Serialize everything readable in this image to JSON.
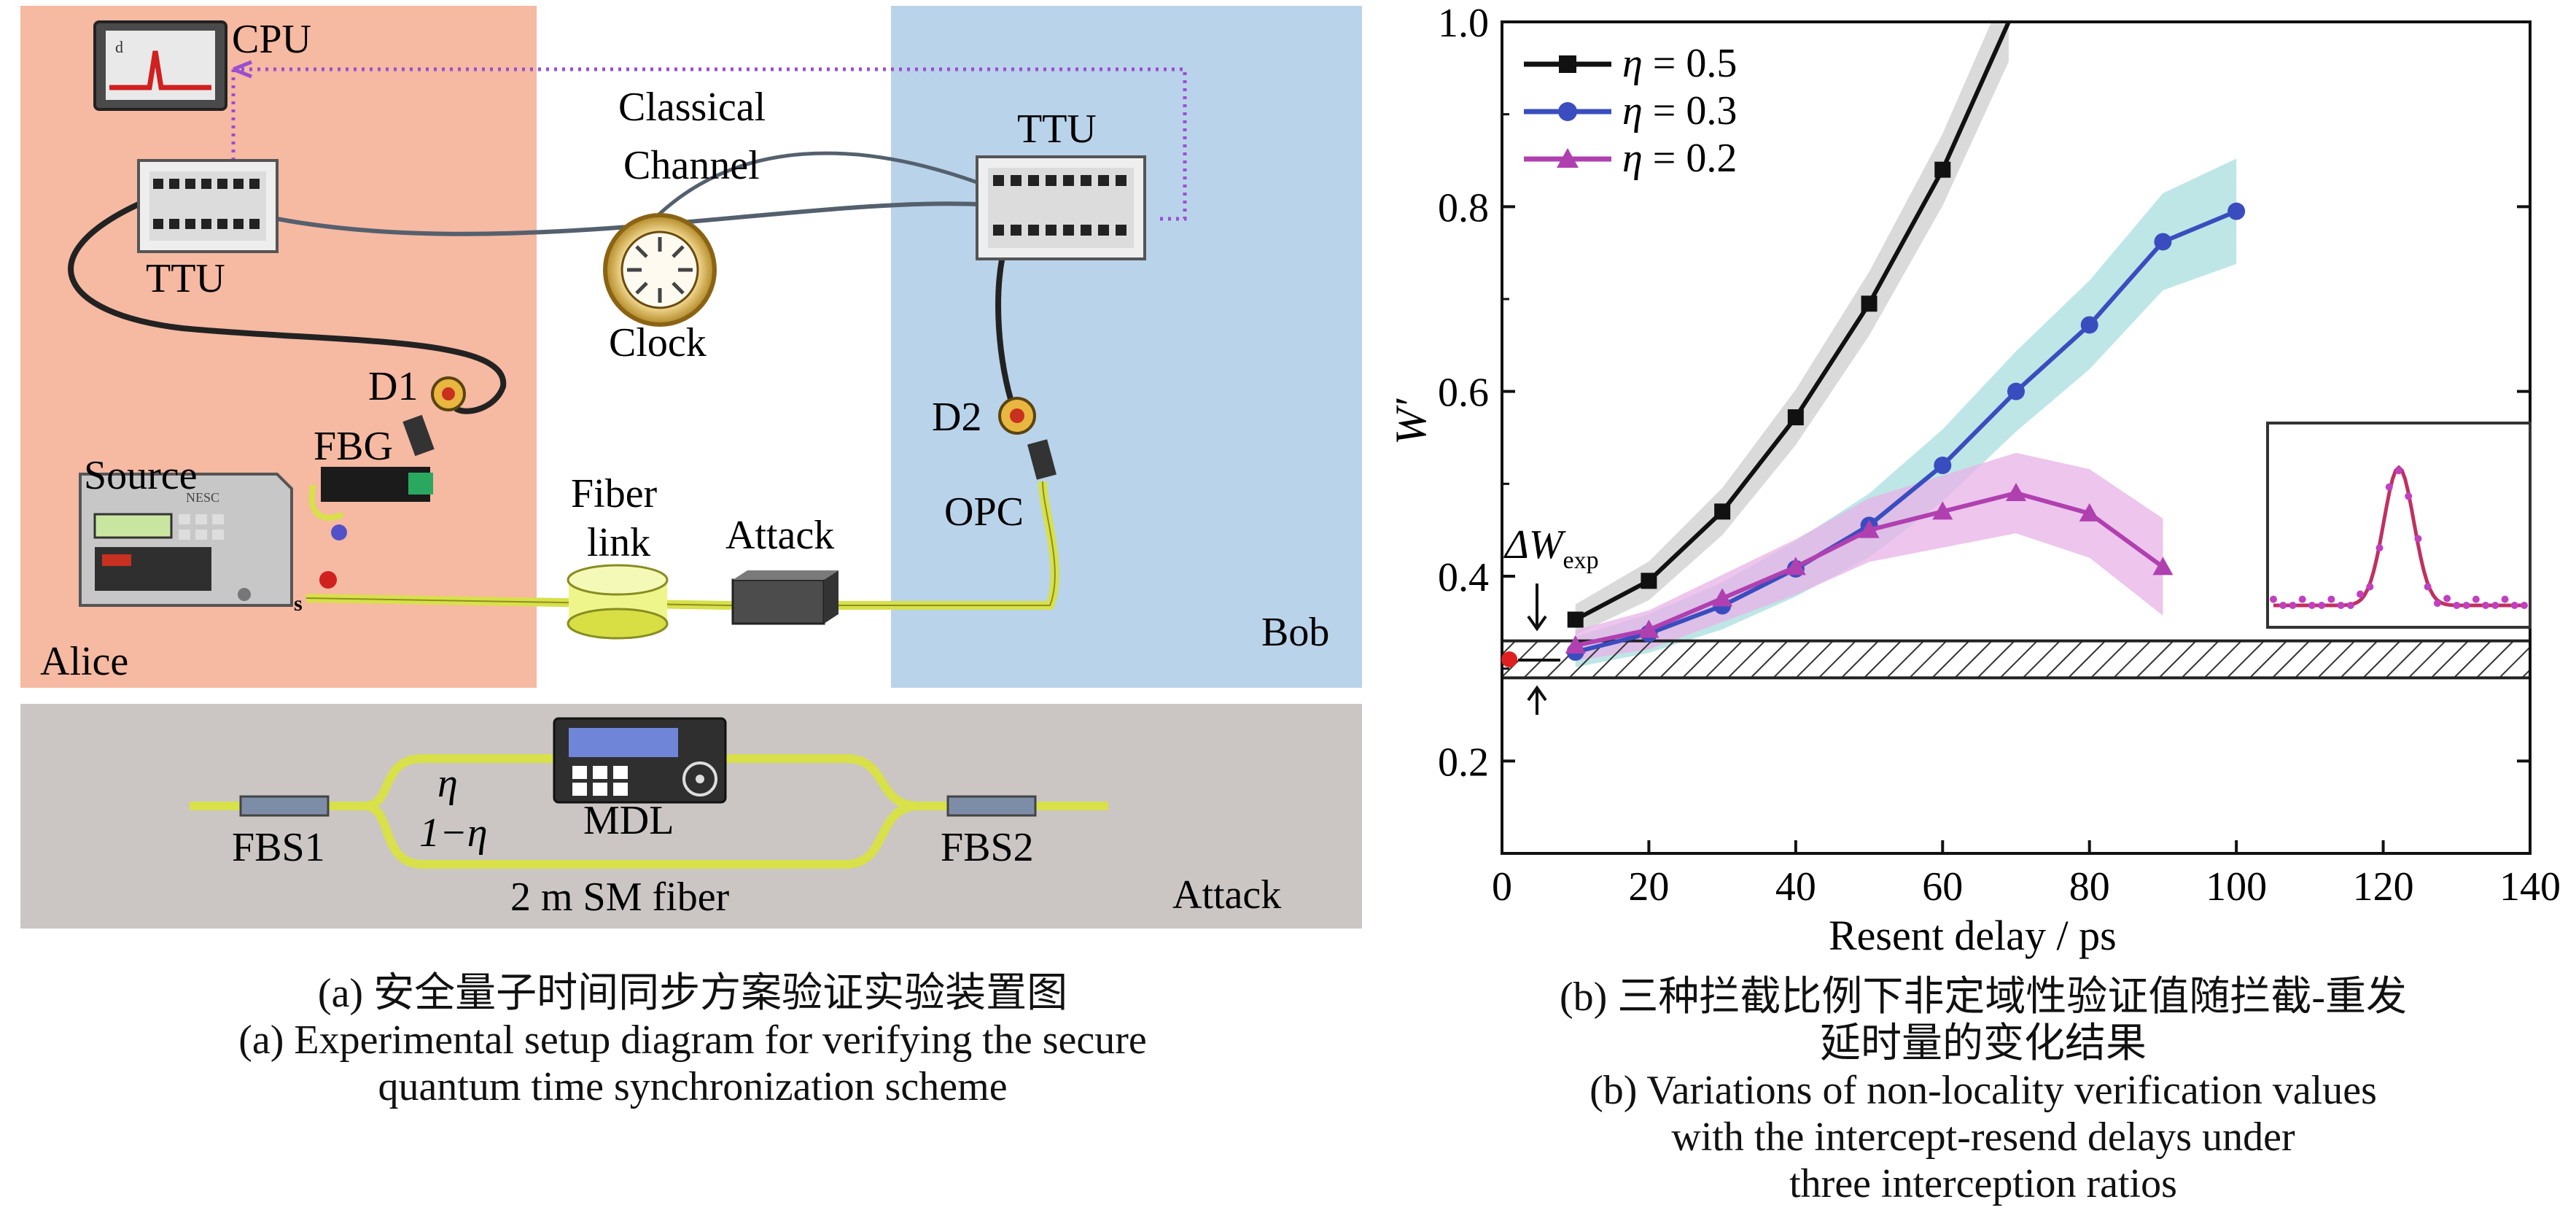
{
  "panel_a": {
    "labels": {
      "cpu": "CPU",
      "ttu_left": "TTU",
      "ttu_right": "TTU",
      "classical": "Classical",
      "channel": "Channel",
      "clock": "Clock",
      "d1": "D1",
      "d2": "D2",
      "fbg": "FBG",
      "source": "Source",
      "source_brand": "NESC",
      "s_mark": "s",
      "fiber": "Fiber",
      "link": "link",
      "attack_box": "Attack",
      "opc": "OPC",
      "alice": "Alice",
      "bob": "Bob",
      "eta": "η",
      "one_minus_eta": "1−η",
      "mdl": "MDL",
      "fbs1": "FBS1",
      "fbs2": "FBS2",
      "sm_fiber": "2 m SM fiber",
      "attack_region": "Attack"
    },
    "colors": {
      "alice_bg": "#f6b9a2",
      "bob_bg": "#b9d3ea",
      "attack_bg": "#cbc6c4",
      "fiber": "#d8e04a",
      "cable": "#3a3a3a",
      "classical_link": "#9a4fd0"
    }
  },
  "chart_data": {
    "type": "line",
    "title": "",
    "xlabel": "Resent delay / ps",
    "ylabel": "W′",
    "xlim": [
      0,
      140
    ],
    "ylim": [
      0.1,
      1.0
    ],
    "xticks": [
      "0",
      "20",
      "40",
      "60",
      "80",
      "100",
      "120",
      "140"
    ],
    "yticks": [
      "0.2",
      "0.4",
      "0.6",
      "0.8",
      "1.0"
    ],
    "legend": {
      "placement": "top-left",
      "entries": [
        {
          "prefix": "η",
          "value": " = 0.5"
        },
        {
          "prefix": "η",
          "value": " = 0.3"
        },
        {
          "prefix": "η",
          "value": " = 0.2"
        }
      ]
    },
    "series": [
      {
        "name": "η = 0.5",
        "marker": "square",
        "color": "#111111",
        "band": "#d4d4d4",
        "x": [
          10,
          20,
          30,
          40,
          50,
          60,
          69
        ],
        "y": [
          0.353,
          0.395,
          0.47,
          0.572,
          0.695,
          0.84,
          1.0
        ]
      },
      {
        "name": "η = 0.3",
        "marker": "circle",
        "color": "#3a4dbf",
        "band": "#a8dede",
        "x": [
          10,
          20,
          30,
          40,
          50,
          60,
          70,
          80,
          90,
          100
        ],
        "y": [
          0.318,
          0.338,
          0.368,
          0.408,
          0.455,
          0.52,
          0.6,
          0.672,
          0.762,
          0.795
        ]
      },
      {
        "name": "η = 0.2",
        "marker": "triangle",
        "color": "#b040b0",
        "band": "#e7b2e7",
        "x": [
          10,
          20,
          30,
          40,
          50,
          60,
          70,
          80,
          90
        ],
        "y": [
          0.325,
          0.342,
          0.376,
          0.41,
          0.45,
          0.47,
          0.49,
          0.468,
          0.41
        ]
      }
    ],
    "bound": {
      "y_low": 0.29,
      "y_high": 0.33,
      "label_main": "ΔW",
      "label_sub": "exp"
    },
    "red_point": {
      "x": 1,
      "y": 0.31
    },
    "inset": {
      "peak_x": 0.5,
      "peak_height": 0.9,
      "width": 0.12
    }
  },
  "captions": {
    "a": [
      "(a) 安全量子时间同步方案验证实验装置图",
      "(a) Experimental setup diagram for verifying the secure",
      "quantum time synchronization scheme"
    ],
    "b": [
      "(b) 三种拦截比例下非定域性验证值随拦截-重发",
      "延时量的变化结果",
      "(b) Variations of non-locality verification values",
      "with the intercept-resend delays under",
      "three interception ratios"
    ]
  }
}
